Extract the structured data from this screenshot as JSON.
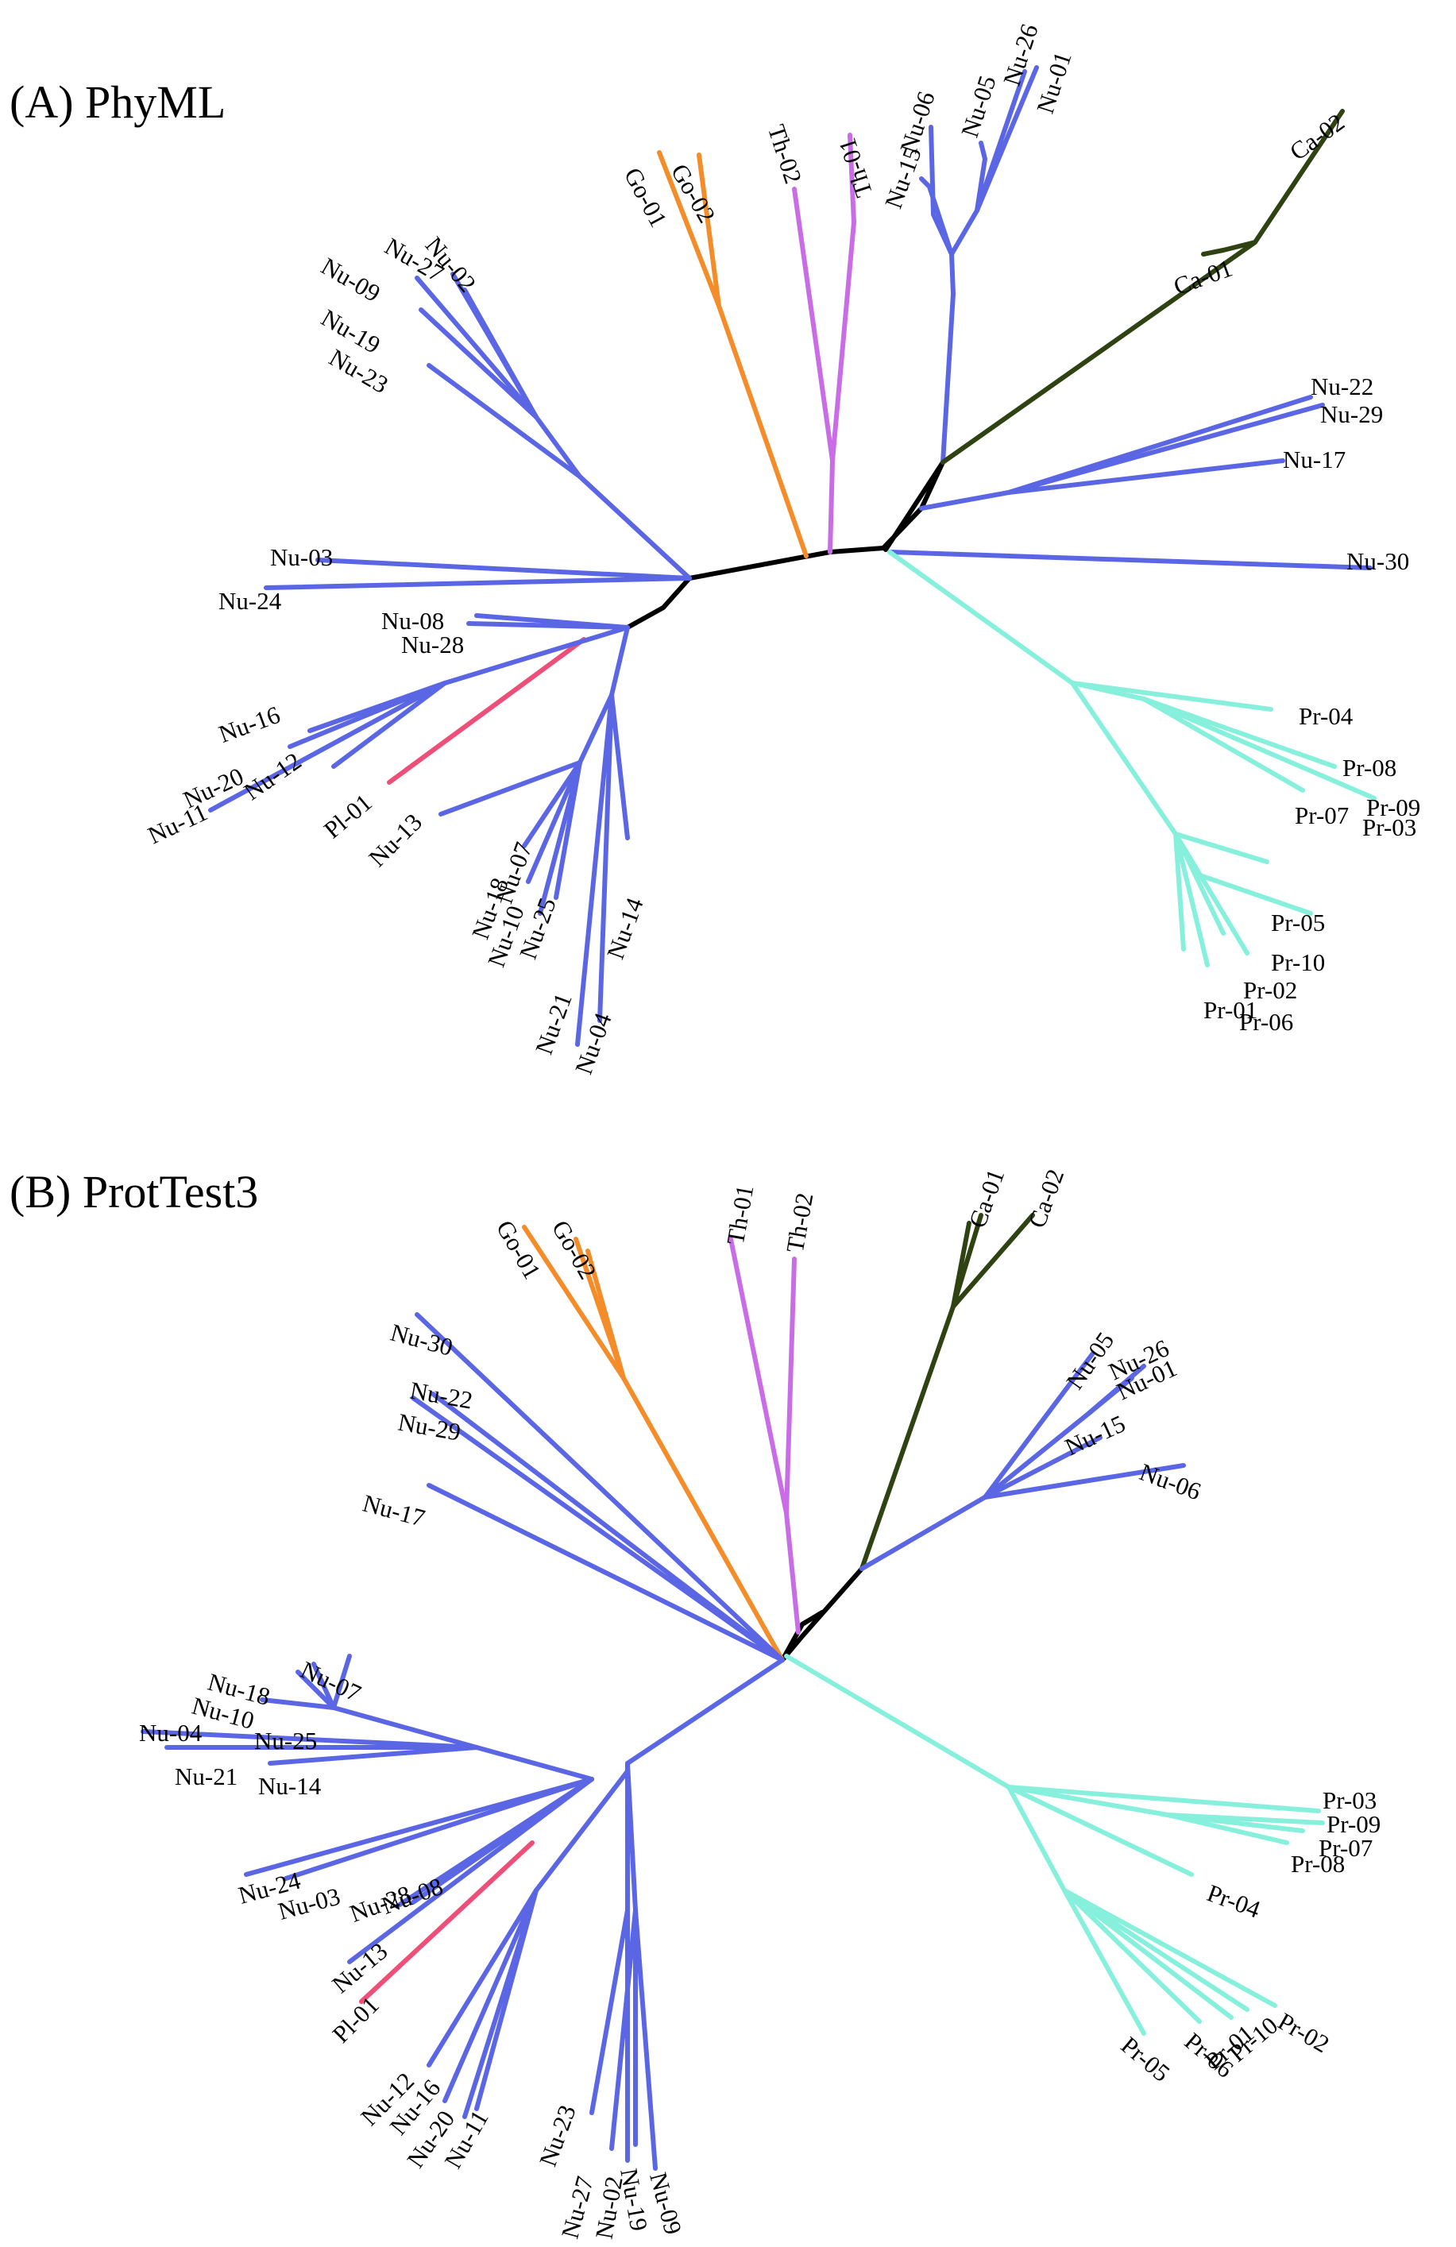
{
  "colors": {
    "backbone": "#000000",
    "Nu": "#5b66e4",
    "Go": "#f48c2a",
    "Th": "#c86de6",
    "Ca": "#2f4212",
    "Pr": "#86f0dd",
    "Pl": "#ee4f78"
  },
  "panels": [
    {
      "id": "A",
      "title": "(A) PhyML",
      "leaves": [
        "Go-01",
        "Go-02",
        "Th-02",
        "Th-01",
        "Nu-15",
        "Nu-06",
        "Nu-05",
        "Nu-26",
        "Nu-01",
        "Ca-02",
        "Ca-01",
        "Nu-22",
        "Nu-29",
        "Nu-17",
        "Nu-30",
        "Pr-04",
        "Pr-08",
        "Pr-09",
        "Pr-03",
        "Pr-07",
        "Pr-05",
        "Pr-10",
        "Pr-02",
        "Pr-06",
        "Pr-01",
        "Nu-14",
        "Nu-04",
        "Nu-21",
        "Nu-25",
        "Nu-10",
        "Nu-18",
        "Nu-07",
        "Nu-13",
        "Pl-01",
        "Nu-12",
        "Nu-11",
        "Nu-20",
        "Nu-16",
        "Nu-28",
        "Nu-08",
        "Nu-24",
        "Nu-03",
        "Nu-23",
        "Nu-19",
        "Nu-09",
        "Nu-27",
        "Nu-02"
      ]
    },
    {
      "id": "B",
      "title": "(B) ProtTest3",
      "leaves": [
        "Go-01",
        "Go-02",
        "Th-01",
        "Th-02",
        "Ca-01",
        "Ca-02",
        "Nu-05",
        "Nu-26",
        "Nu-01",
        "Nu-15",
        "Nu-06",
        "Pr-03",
        "Pr-09",
        "Pr-07",
        "Pr-08",
        "Pr-04",
        "Pr-02",
        "Pr-10",
        "Pr-01",
        "Pr-06",
        "Pr-05",
        "Nu-09",
        "Nu-19",
        "Nu-02",
        "Nu-27",
        "Nu-23",
        "Nu-11",
        "Nu-20",
        "Nu-16",
        "Nu-12",
        "Pl-01",
        "Nu-13",
        "Nu-08",
        "Nu-28",
        "Nu-03",
        "Nu-24",
        "Nu-14",
        "Nu-21",
        "Nu-04",
        "Nu-25",
        "Nu-10",
        "Nu-18",
        "Nu-07",
        "Nu-17",
        "Nu-29",
        "Nu-22",
        "Nu-30"
      ]
    }
  ]
}
